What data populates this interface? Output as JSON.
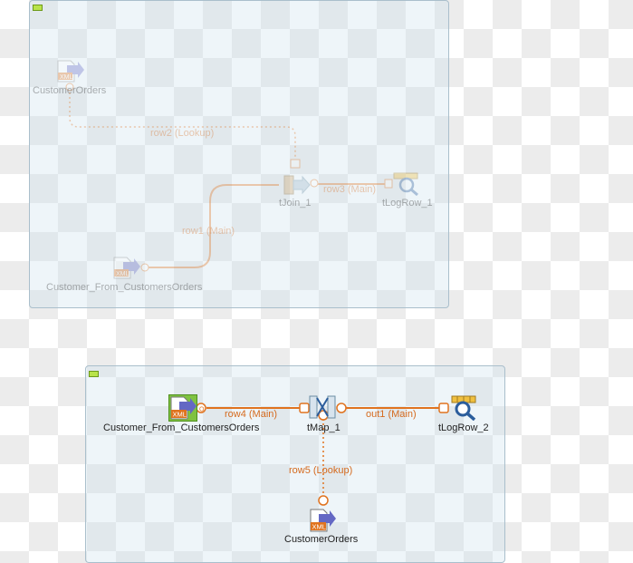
{
  "colors": {
    "link": "#e0731f",
    "subjob_border": "#aabfcc",
    "collapse": "#b9e34a"
  },
  "subjob1": {
    "components": {
      "customer_orders": "CustomerOrders",
      "customer_from": "Customer_From_CustomersOrders",
      "tjoin": "tJoin_1",
      "tlogrow": "tLogRow_1"
    },
    "links": {
      "row2": "row2 (Lookup)",
      "row1": "row1 (Main)",
      "row3": "row3 (Main)"
    }
  },
  "subjob2": {
    "components": {
      "customer_from": "Customer_From_CustomersOrders",
      "tmap": "tMap_1",
      "tlogrow": "tLogRow_2",
      "customer_orders": "CustomerOrders"
    },
    "links": {
      "row4": "row4 (Main)",
      "out1": "out1 (Main)",
      "row5": "row5 (Lookup)"
    }
  },
  "icons": [
    "xml-file-input-icon",
    "tjoin-icon",
    "tlogrow-icon",
    "tmap-icon"
  ]
}
